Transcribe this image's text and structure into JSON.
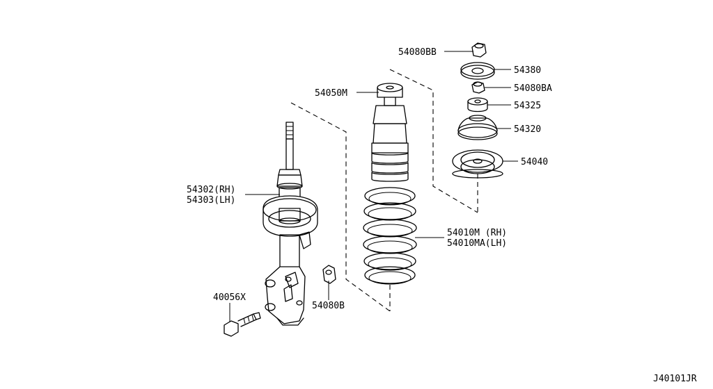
{
  "diagram_code": "J40101JR",
  "parts": [
    {
      "key": "nut_54080bb",
      "number": "54080BB"
    },
    {
      "key": "seat_54380",
      "number": "54380"
    },
    {
      "key": "nut_54080ba",
      "number": "54080BA"
    },
    {
      "key": "bushing_54325",
      "number": "54325"
    },
    {
      "key": "mount_54320",
      "number": "54320"
    },
    {
      "key": "seat_54040",
      "number": "54040"
    },
    {
      "key": "bound_bumper",
      "number": "54050M"
    },
    {
      "key": "strut_rh",
      "number": "54302(RH)"
    },
    {
      "key": "strut_lh",
      "number": "54303(LH)"
    },
    {
      "key": "spring_rh",
      "number": "54010M  (RH)"
    },
    {
      "key": "spring_lh",
      "number": "54010MA(LH)"
    },
    {
      "key": "bolt",
      "number": "40056X"
    },
    {
      "key": "nut_54080b",
      "number": "54080B"
    }
  ]
}
